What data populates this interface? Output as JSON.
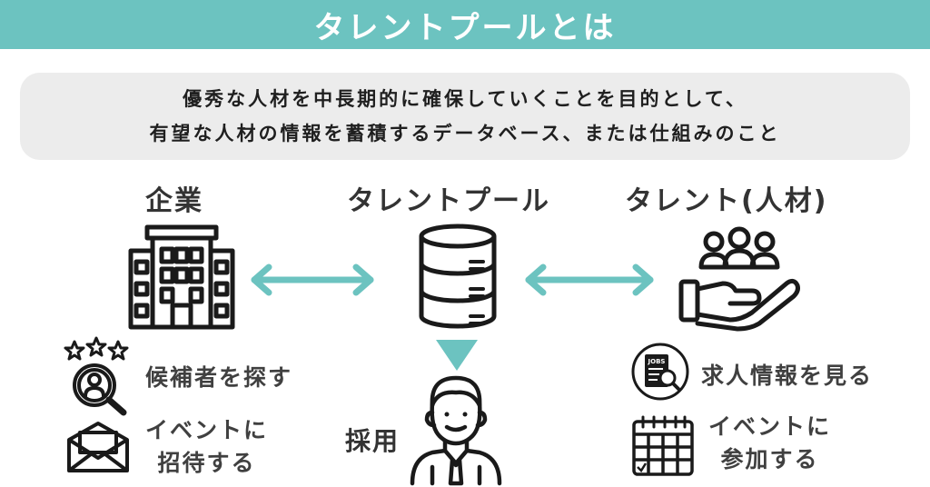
{
  "header": {
    "title": "タレントプールとは"
  },
  "definition": {
    "line1": "優秀な人材を中長期的に確保していくことを目的として、",
    "line2": "有望な人材の情報を蓄積するデータベース、または仕組みのこと"
  },
  "columns": {
    "company": "企業",
    "pool": "タレントプール",
    "talent": "タレント(人材)"
  },
  "company_actions": {
    "search": "候補者を探す",
    "invite_line1": "イベントに",
    "invite_line2": "招待する"
  },
  "recruit": {
    "label": "採用"
  },
  "talent_actions": {
    "view_jobs": "求人情報を見る",
    "join_line1": "イベントに",
    "join_line2": "参加する"
  },
  "icons": {
    "jobs_badge": "JOBS",
    "accent": "#6cc3c0",
    "dark": "#1a1a1a"
  }
}
